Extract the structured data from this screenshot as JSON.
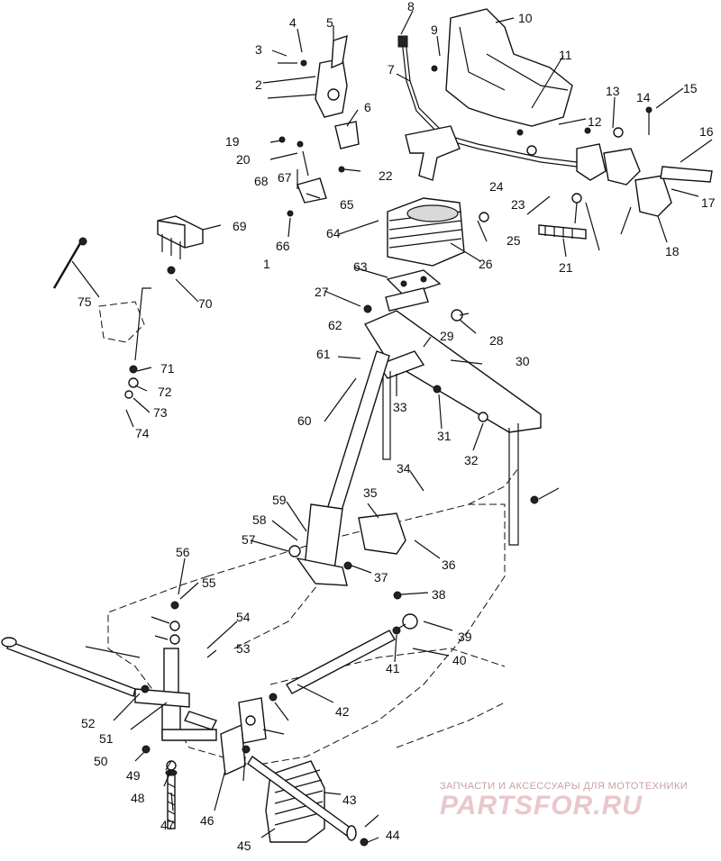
{
  "labels": [
    "1",
    "2",
    "3",
    "4",
    "5",
    "6",
    "7",
    "8",
    "9",
    "10",
    "11",
    "12",
    "13",
    "14",
    "15",
    "16",
    "17",
    "18",
    "19",
    "20",
    "21",
    "22",
    "23",
    "24",
    "25",
    "26",
    "27",
    "28",
    "29",
    "30",
    "31",
    "32",
    "33",
    "34",
    "35",
    "36",
    "37",
    "38",
    "39",
    "40",
    "41",
    "42",
    "43",
    "44",
    "45",
    "46",
    "47",
    "48",
    "49",
    "50",
    "51",
    "52",
    "53",
    "54",
    "55",
    "56",
    "57",
    "58",
    "59",
    "60",
    "61",
    "62",
    "63",
    "64",
    "65",
    "66",
    "67",
    "68",
    "69",
    "70",
    "71",
    "72",
    "73",
    "74",
    "75"
  ],
  "watermark": {
    "line1": "ЗАПЧАСТИ И АКСЕССУАРЫ ДЛЯ МОТОТЕХНИКИ",
    "line2": "PARTSFOR.RU"
  }
}
